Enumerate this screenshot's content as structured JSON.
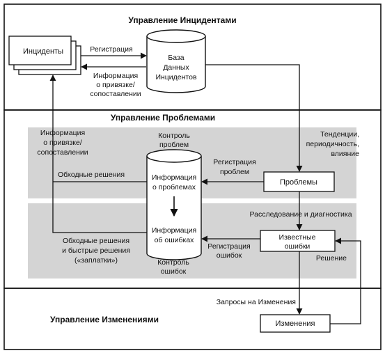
{
  "sections": {
    "incident_mgmt": "Управление Инцидентами",
    "problem_mgmt": "Управление Проблемами",
    "change_mgmt": "Управление Изменениями"
  },
  "boxes": {
    "incidents": "Инциденты",
    "problems": "Проблемы",
    "known_errors": [
      "Известные",
      "ошибки"
    ],
    "changes": "Изменения"
  },
  "db": {
    "incidents_db": [
      "База",
      "Данных",
      "Инцидентов"
    ],
    "problem_info": [
      "Информация",
      "о проблемах"
    ],
    "error_info": [
      "Информация",
      "об ошибках"
    ]
  },
  "labels": {
    "registration": "Регистрация",
    "binding_info_top": [
      "Информация",
      "о привязке/",
      "сопоставлении"
    ],
    "binding_info_left": [
      "Информация",
      "о привязке/",
      "сопоставлении"
    ],
    "trends": [
      "Тенденции,",
      "периодичность,",
      "влияние"
    ],
    "problem_control": [
      "Контроль",
      "проблем"
    ],
    "problem_registration": [
      "Регистрация",
      "проблем"
    ],
    "workarounds": "Обходные решения",
    "investigation": "Расследование и диагностика",
    "workarounds_quick": [
      "Обходные решения",
      "и быстрые решения",
      "(«заплатки»)"
    ],
    "error_registration": [
      "Регистрация",
      "ошибок"
    ],
    "error_control": [
      "Контроль",
      "ошибок"
    ],
    "solution": "Решение",
    "change_requests": "Запросы на Изменения"
  },
  "colors": {
    "background": "#ffffff",
    "band_gray": "#d4d4d4",
    "line": "#111111"
  }
}
